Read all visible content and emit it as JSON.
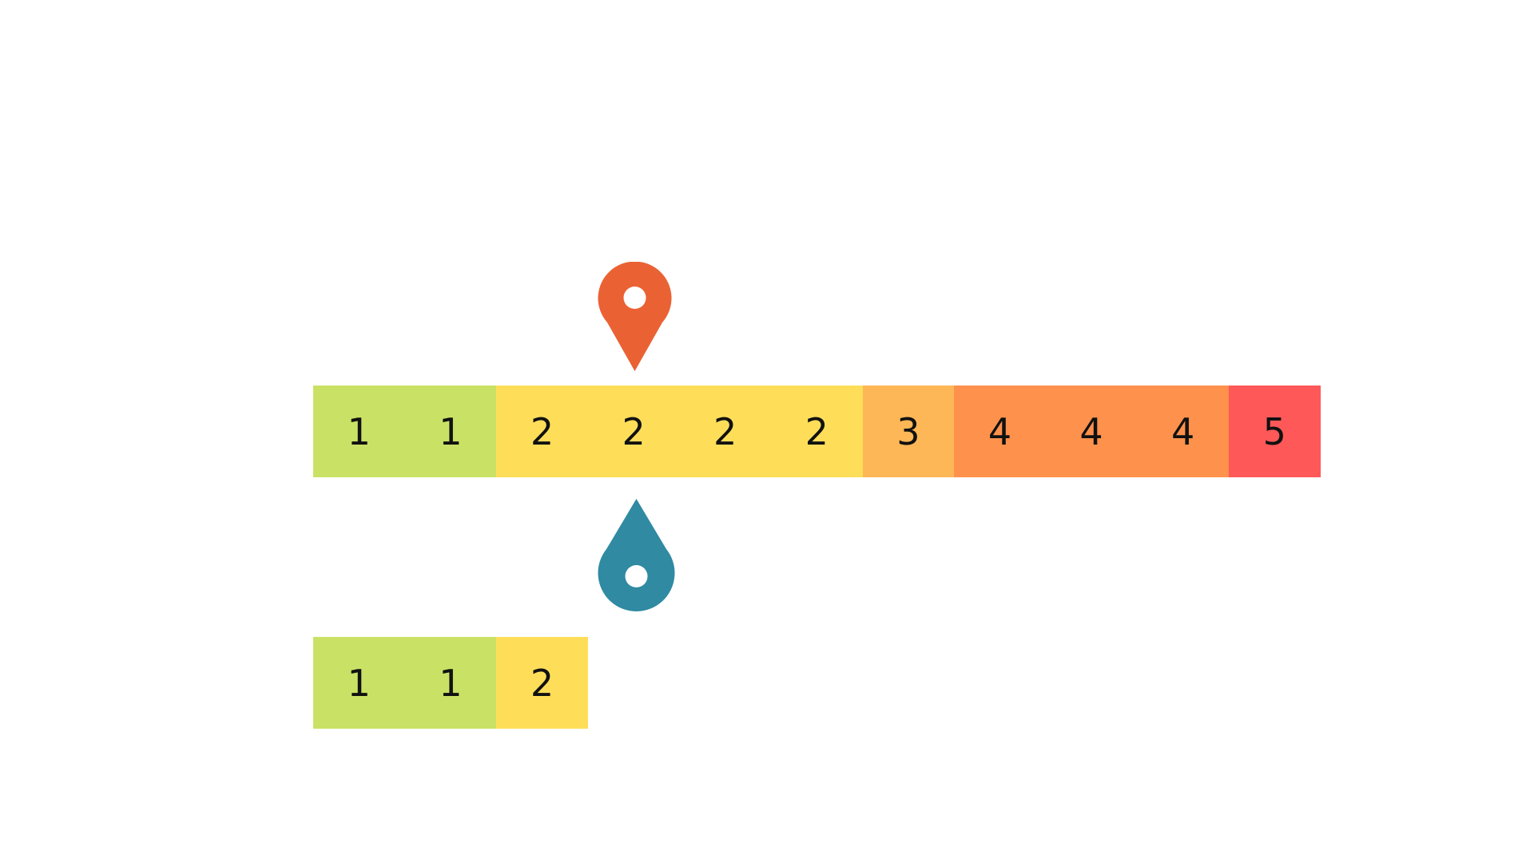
{
  "colors": {
    "1": "#c9e265",
    "2": "#fede59",
    "3": "#feb756",
    "4": "#fe914c",
    "5": "#fe5859",
    "top_pin": "#ea6234",
    "bottom_pin": "#2f8aa2"
  },
  "main_array": [
    "1",
    "1",
    "2",
    "2",
    "2",
    "2",
    "3",
    "4",
    "4",
    "4",
    "5"
  ],
  "sub_array": [
    "1",
    "1",
    "2"
  ],
  "icons": {
    "top_pin": "map-pin-icon",
    "bottom_pin": "droplet-pin-icon"
  }
}
